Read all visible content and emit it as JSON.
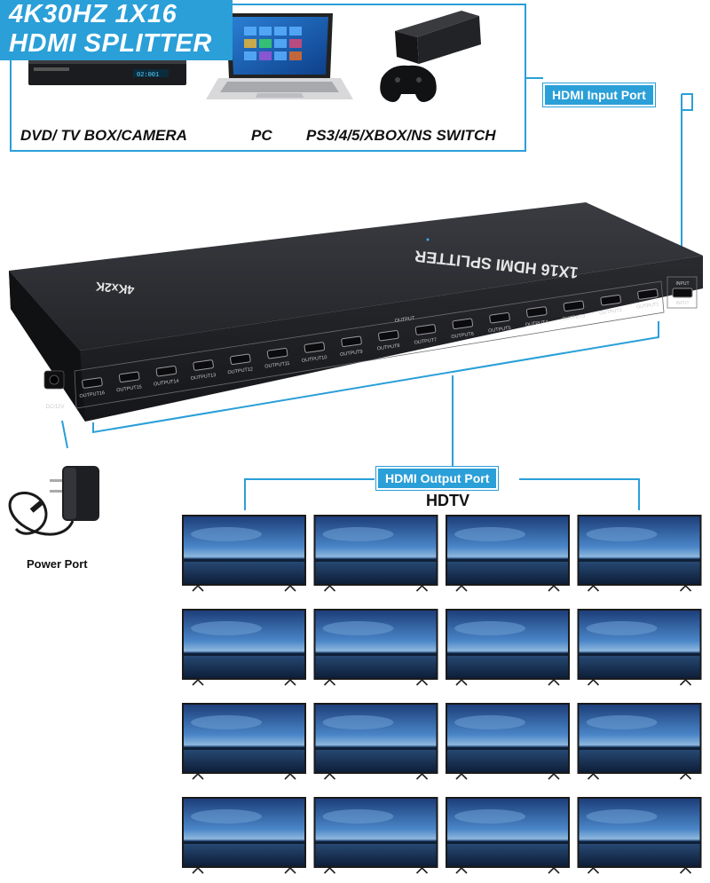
{
  "header": {
    "title_line1": "4K30HZ 1X16",
    "title_line2": "HDMI SPLITTER"
  },
  "sources": [
    {
      "label": "DVD/ TV BOX/CAMERA"
    },
    {
      "label": "PC"
    },
    {
      "label": "PS3/4/5/XBOX/NS SWITCH"
    }
  ],
  "callouts": {
    "input_port": "HDMI Input Port",
    "output_port": "HDMI Output Port",
    "power_port": "Power Port"
  },
  "display_group_label": "HDTV",
  "device": {
    "brand_text": "1X16 HDMI SPLITTER",
    "resolution_text": "4Kx2K",
    "output_group_label": "OUTPUT",
    "outputs": [
      "OUTPUT1",
      "OUTPUT2",
      "OUTPUT3",
      "OUTPUT4",
      "OUTPUT5",
      "OUTPUT6",
      "OUTPUT7",
      "OUTPUT8",
      "OUTPUT9",
      "OUTPUT10",
      "OUTPUT11",
      "OUTPUT12",
      "OUTPUT13",
      "OUTPUT14",
      "OUTPUT15",
      "OUTPUT16"
    ],
    "input_label": "INPUT",
    "power_label": "DC/12V"
  },
  "colors": {
    "accent": "#2a9fd8",
    "device_body": "#2b2d31",
    "device_front": "#1c1d20",
    "tv_frame": "#1a1a1a"
  },
  "tv_grid": {
    "rows": 4,
    "cols": 4
  }
}
